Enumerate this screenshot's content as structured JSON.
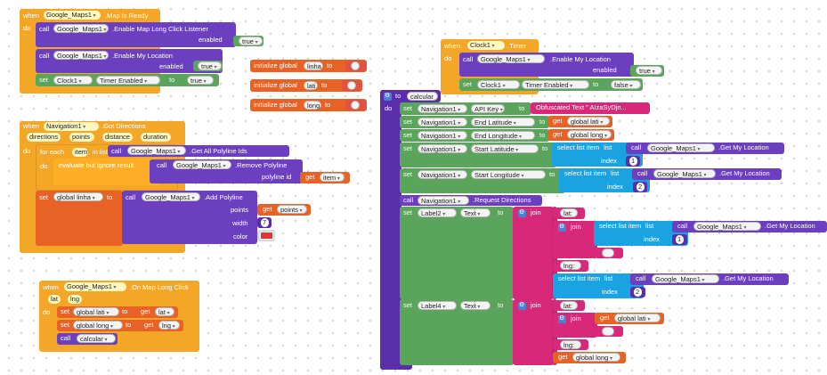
{
  "kw": {
    "when": "when",
    "do": "do",
    "call": "call",
    "set": "set",
    "to": "to",
    "for_each": "for each",
    "in_list": "in list",
    "item": "item",
    "evaluate": "evaluate but ignore result",
    "join": "join",
    "init_global": "initialize global"
  },
  "blocks": {
    "map_ready": {
      "component": "Google_Maps1",
      "event": ".Map Is Ready",
      "method1": ".Enable Map Long Click Listener",
      "param1": "enabled",
      "value1": "true",
      "method2": ".Enable My Location",
      "param2": "enabled",
      "value2": "true",
      "set_comp": "Clock1",
      "set_prop": "Timer Enabled",
      "set_value": "true"
    },
    "globals": [
      {
        "name": "linha",
        "value": ""
      },
      {
        "name": "lati",
        "value": ""
      },
      {
        "name": "long",
        "value": ""
      }
    ],
    "got_directions": {
      "component": "Navigation1",
      "event": ".Got Directions",
      "params": [
        "directions",
        "points",
        "distance",
        "duration"
      ],
      "loop_var": "item",
      "list_comp": "Google_Maps1",
      "list_method": ".Get All Polyline Ids",
      "remove_comp": "Google_Maps1",
      "remove_method": ".Remove Polyline",
      "remove_param": "polyline id",
      "remove_value": "item",
      "set_var": "global linha",
      "add_comp": "Google_Maps1",
      "add_method": ".Add Polyline",
      "points_label": "points",
      "points_value": "points",
      "width_label": "width",
      "width_value": "7",
      "color_label": "color"
    },
    "long_click": {
      "component": "Google_Maps1",
      "event": ".On Map Long Click",
      "params": [
        "lat",
        "lng"
      ],
      "set1_var": "global lati",
      "get1": "lat",
      "set2_var": "global long",
      "get2": "lng",
      "call_proc": "calcular"
    },
    "timer": {
      "component": "Clock1",
      "event": ".Timer",
      "map_comp": "Google_Maps1",
      "method": ".Enable My Location",
      "param": "enabled",
      "value": "true",
      "set_comp": "Clock1",
      "set_prop": "Timer Enabled",
      "set_value": "false"
    },
    "calcular": {
      "name": "calcular",
      "nav": "Navigation1",
      "api_prop": "API Key",
      "api_value": "Obfuscated Text \" AIzaSyDjn...",
      "end_lat_prop": "End Latitude",
      "end_lat_value": "global lati",
      "end_lng_prop": "End Longitude",
      "end_lng_value": "global long",
      "start_lat_prop": "Start Latitude",
      "start_lng_prop": "Start Longitude",
      "select_label": "select list item",
      "list_label": "list",
      "index_label": "index",
      "idx1": "1",
      "idx2": "2",
      "map_comp": "Google_Maps1",
      "my_location": ".Get My Location",
      "request_method": ".Request Directions",
      "label2": "Label2",
      "label4": "Label4",
      "text_prop": "Text",
      "lat_text": "lat:",
      "lng_text": "lng:",
      "empty_text": "",
      "get_lati": "global lati",
      "get_long": "global long"
    }
  }
}
